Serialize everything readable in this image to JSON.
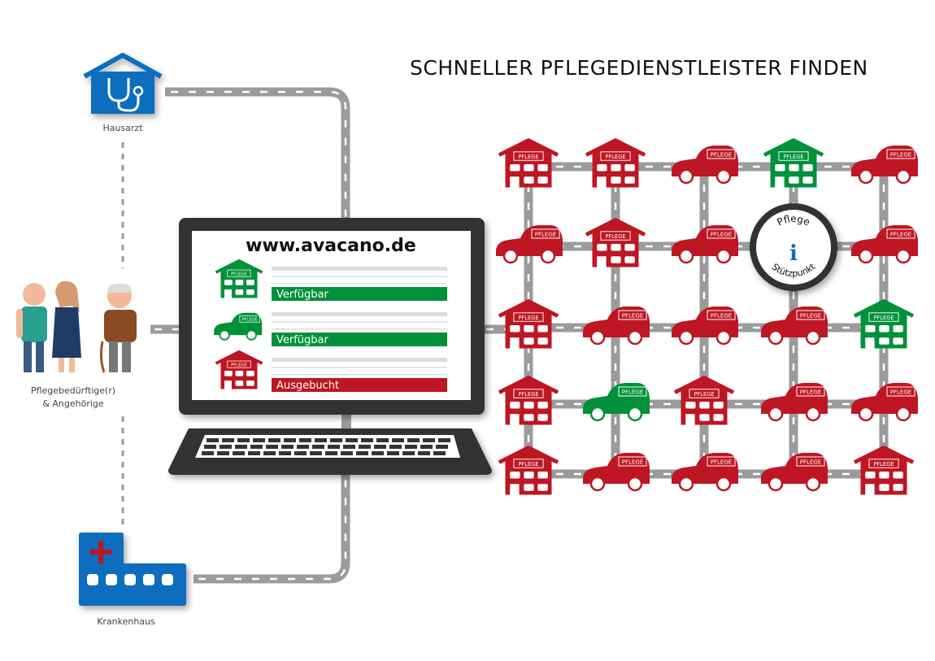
{
  "title": "SCHNELLER PFLEGEDIENSTLEISTER FINDEN",
  "left": {
    "hausarzt": "Hausarzt",
    "patient_line1": "Pflegebedürftige(r)",
    "patient_line2": "& Angehörige",
    "krankenhaus": "Krankenhaus"
  },
  "laptop": {
    "url": "www.avacano.de",
    "entries": [
      {
        "icon": "house",
        "status": "Verfügbar",
        "color": "green"
      },
      {
        "icon": "car",
        "status": "Verfügbar",
        "color": "green"
      },
      {
        "icon": "house",
        "status": "Ausgebucht",
        "color": "red"
      }
    ]
  },
  "plate_text": "PFLEGE",
  "badge": {
    "top": "Pflege",
    "letter": "i",
    "bottom": "Stützpunkt"
  },
  "colors": {
    "red": "#be1622",
    "green": "#00913a",
    "blue": "#0a6ebd",
    "dark": "#333333",
    "road": "#9b9b9b"
  },
  "grid": [
    [
      [
        "house",
        "red"
      ],
      [
        "house",
        "red"
      ],
      [
        "car",
        "red"
      ],
      [
        "house",
        "green"
      ],
      [
        "car",
        "red"
      ]
    ],
    [
      [
        "car",
        "red"
      ],
      [
        "house",
        "red"
      ],
      [
        "car",
        "red"
      ],
      [
        "badge",
        ""
      ],
      [
        "car",
        "red"
      ]
    ],
    [
      [
        "house",
        "red"
      ],
      [
        "car",
        "red"
      ],
      [
        "car",
        "red"
      ],
      [
        "car",
        "red"
      ],
      [
        "house",
        "green"
      ]
    ],
    [
      [
        "house",
        "red"
      ],
      [
        "car",
        "green"
      ],
      [
        "house",
        "red"
      ],
      [
        "car",
        "red"
      ],
      [
        "car",
        "red"
      ]
    ],
    [
      [
        "house",
        "red"
      ],
      [
        "car",
        "red"
      ],
      [
        "car",
        "red"
      ],
      [
        "car",
        "red"
      ],
      [
        "house",
        "red"
      ]
    ]
  ]
}
